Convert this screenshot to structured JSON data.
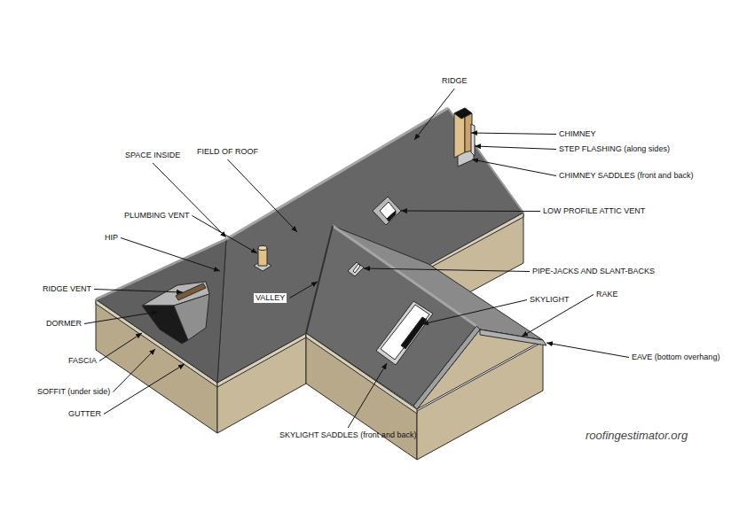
{
  "diagram": {
    "labels": [
      "RIDGE",
      "CHIMNEY",
      "STEP FLASHING (along sides)",
      "CHIMNEY SADDLES (front and back)",
      "SPACE INSIDE",
      "FIELD OF ROOF",
      "LOW PROFILE ATTIC VENT",
      "PLUMBING VENT",
      "HIP",
      "PIPE-JACKS AND SLANT-BACKS",
      "RIDGE VENT",
      "VALLEY",
      "SKYLIGHT",
      "RAKE",
      "DORMER",
      "FASCIA",
      "EAVE (bottom overhang)",
      "SOFFIT (under side)",
      "GUTTER",
      "SKYLIGHT SADDLES (front and back)",
      "roofingestimator.org"
    ]
  }
}
